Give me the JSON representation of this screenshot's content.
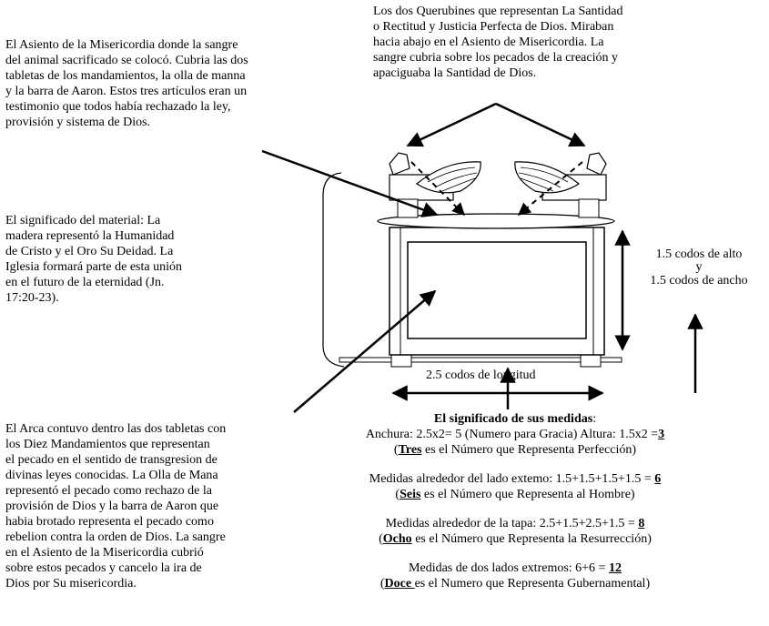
{
  "querubines": [
    "Los dos Querubines que representan La Santidad",
    "o Rectitud y Justicia Perfecta de Dios. Miraban",
    "hacia abajo en el Asiento de Misericordia. La",
    "sangre cubria sobre los pecados de la creación y",
    "apaciguaba la Santidad de Dios."
  ],
  "asiento": [
    "El Asiento de la Misericordia donde la sangre",
    "del animal sacrificado se colocó. Cubria las dos",
    "tabletas de los  mandamientos, la olla de manna",
    "y la barra de Aaron. Estos tres artículos eran un",
    "testimonio que todos había rechazado la ley,",
    "provisión y sistema de Dios."
  ],
  "material": [
    "El significado del material: La",
    "madera representó la Humanidad",
    "de Cristo y el Oro Su Deidad. La",
    "Iglesia formará parte de esta unión",
    "en el futuro de la eternidad (Jn.",
    "17:20-23)."
  ],
  "arca": [
    "El Arca contuvo dentro las dos tabletas con",
    "los Diez Mandamientos que representan",
    "el pecado en el sentido de transgresion de",
    "divinas leyes conocidas.  La Olla de Mana",
    "representó el pecado como rechazo de la",
    "provisión de Dios y la barra de Aaron que",
    "habia brotado representa el pecado como",
    "rebelion contra la orden de Dios.  La sangre",
    "en el Asiento de la Misericordia cubrió",
    "sobre estos pecados y cancelo la ira de",
    "Dios por Su misericordia."
  ],
  "dims": {
    "alto": "1.5 codos de alto",
    "y": "y",
    "ancho": "1.5 codos de ancho",
    "longitud": "2.5 codos de longitud"
  },
  "medidas": {
    "title": "El significado de sus medidas",
    "title_colon": ":",
    "m1_a": "Anchura: 2.5x2= 5 (Numero para Gracia) Altura: 1.5x2 =",
    "m1_num": "3",
    "m1_b_open": "(",
    "m1_word": "Tres",
    "m1_b_rest": " es el Número que Representa Perfección)",
    "m2_a": "Medidas alrededor del lado extemo: 1.5+1.5+1.5+1.5 = ",
    "m2_num": "6",
    "m2_b_open": "(",
    "m2_word": "Seis",
    "m2_b_rest": " es el Número que Representa al Hombre)",
    "m3_a": "Medidas alrededor de la tapa: 2.5+1.5+2.5+1.5 = ",
    "m3_num": "8",
    "m3_b_open": "(",
    "m3_word": "Ocho",
    "m3_b_rest": " es el Número que Representa la Resurrección)",
    "m4_a": "Medidas de dos lados extremos: 6+6 = ",
    "m4_num": "12",
    "m4_b_open": "(",
    "m4_word": "Doce ",
    "m4_b_rest": "es el Numero que Representa Gubernamental)"
  }
}
